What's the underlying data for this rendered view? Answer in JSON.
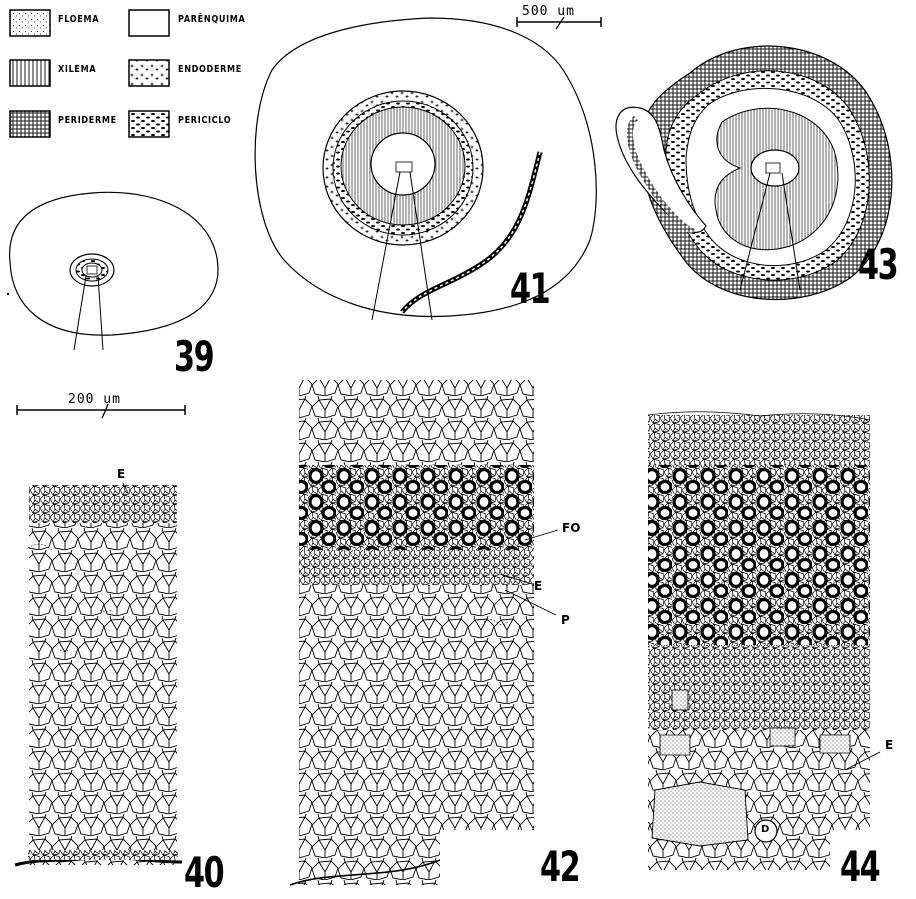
{
  "legend": {
    "floema": "FLOEMA",
    "parenquima": "PARÊNQUIMA",
    "xilema": "XILEMA",
    "endoderme": "ENDODERME",
    "periderme": "PERIDERME",
    "periciclo": "PERICICLO"
  },
  "scale_bars": {
    "top": "500 um",
    "bottom": "200 um"
  },
  "figures": {
    "fig39": "39",
    "fig40": "40",
    "fig41": "41",
    "fig42": "42",
    "fig43": "43",
    "fig44": "44"
  },
  "labels": {
    "fig40_e": "E",
    "fig42_fo": "FO",
    "fig42_e": "E",
    "fig42_p": "P",
    "fig44_e": "E",
    "fig44_d": "D"
  },
  "colors": {
    "ink": "#000000",
    "paper": "#ffffff"
  }
}
